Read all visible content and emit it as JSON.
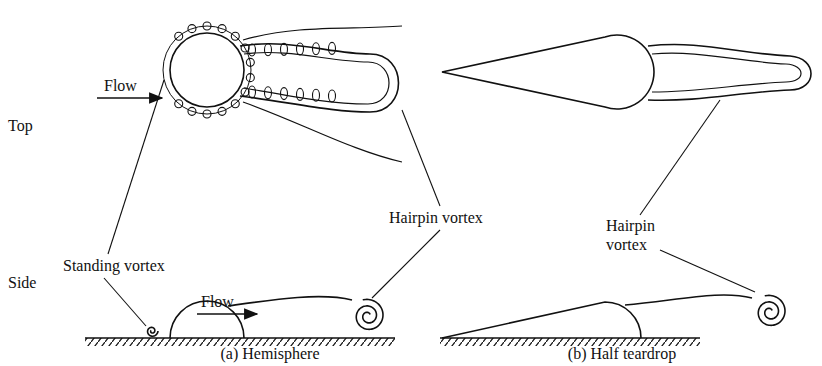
{
  "diagram": {
    "labels": [
      "Flow",
      "Top",
      "Standing vortex",
      "Hairpin vortex",
      "Side",
      "Flow",
      "(a) Hemisphere",
      "Hairpin vortex",
      "(b) Half teardrop"
    ]
  }
}
